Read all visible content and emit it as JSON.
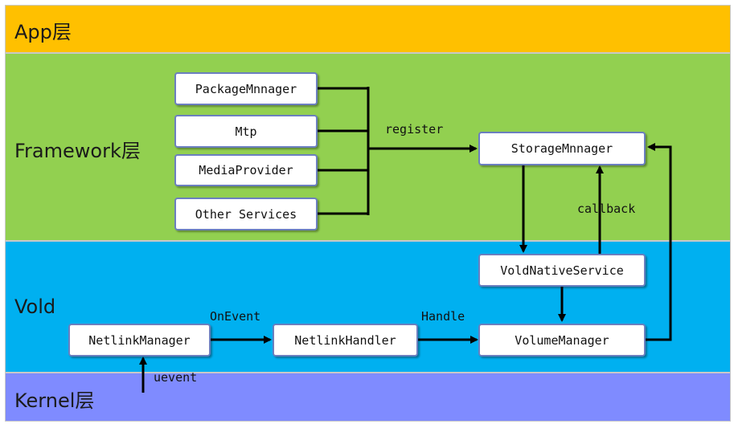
{
  "layers": {
    "app": "App层",
    "framework": "Framework层",
    "vold": "Vold",
    "kernel": "Kernel层"
  },
  "nodes": {
    "package_manager": "PackageMnnager",
    "mtp": "Mtp",
    "media_provider": "MediaProvider",
    "other_services": "Other Services",
    "storage_manager": "StorageMnnager",
    "vold_native_service": "VoldNativeService",
    "netlink_manager": "NetlinkManager",
    "netlink_handler": "NetlinkHandler",
    "volume_manager": "VolumeManager"
  },
  "edges": {
    "register": "register",
    "callback": "callback",
    "on_event": "OnEvent",
    "handle": "Handle",
    "uevent": "uevent"
  },
  "colors": {
    "app": "#ffc000",
    "framework": "#92d050",
    "vold": "#00b0f0",
    "kernel": "#7f8bff",
    "box_border": "#6b7fbf"
  }
}
